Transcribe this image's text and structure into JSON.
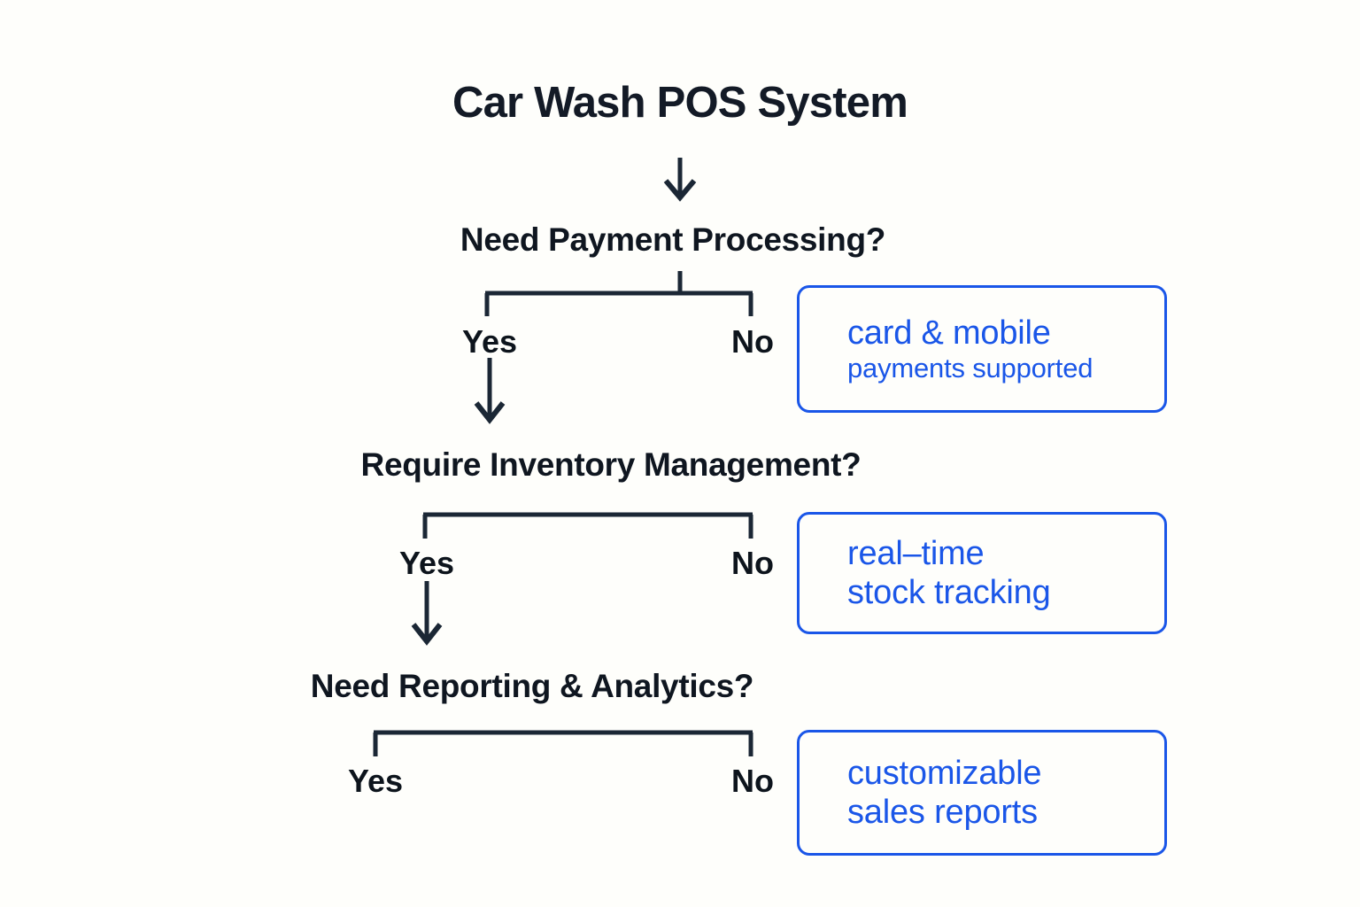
{
  "title": "Car Wash POS System",
  "theme": {
    "background": "#fefefb",
    "text_dark": "#0f1620",
    "accent_blue": "#1a56e8",
    "connector": "#1b2735"
  },
  "nodes": [
    {
      "id": "payment",
      "question": "Need Payment Processing?",
      "yes_label": "Yes",
      "no_label": "No"
    },
    {
      "id": "inventory",
      "question": "Require Inventory Management?",
      "yes_label": "Yes",
      "no_label": "No"
    },
    {
      "id": "reporting",
      "question": "Need Reporting & Analytics?",
      "yes_label": "Yes",
      "no_label": "No"
    }
  ],
  "callouts": [
    {
      "id": "payments",
      "line1": "card & mobile",
      "line2": "payments supported",
      "line1_size": "big",
      "line2_size": "small"
    },
    {
      "id": "stock",
      "line1": "real–time",
      "line2": "stock tracking",
      "line1_size": "big",
      "line2_size": "big"
    },
    {
      "id": "reports",
      "line1": "customizable",
      "line2": "sales reports",
      "line1_size": "big",
      "line2_size": "big"
    }
  ]
}
